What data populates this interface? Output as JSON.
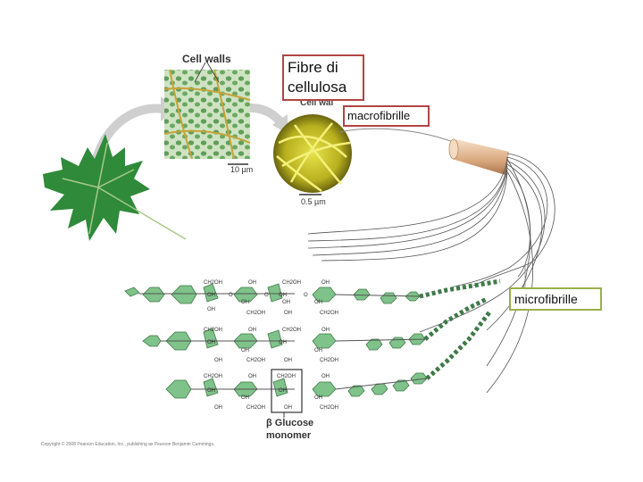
{
  "labels": {
    "fibre": "Fibre di cellulosa",
    "macro": "macrofibrille",
    "micro": "microfibrille"
  },
  "figure_text": {
    "cell_walls": "Cell walls",
    "cell_wall_partial": "Cell wal",
    "scale_10": "10 µm",
    "scale_05": "0.5 µm",
    "glucose_line1": "β Glucose",
    "glucose_line2": "monomer",
    "ch2oh": "CH2OH",
    "oh": "OH",
    "o": "O",
    "copyright": "Copyright © 2008 Pearson Education, Inc., publishing as Pearson Benjamin Cummings."
  },
  "colors": {
    "fibre_border": "#b14545",
    "micro_border": "#9ab04a",
    "ring_fill": "#7fc28a",
    "leaf": "#2f8a3a",
    "fibril_cable": "#e8c9a9"
  }
}
